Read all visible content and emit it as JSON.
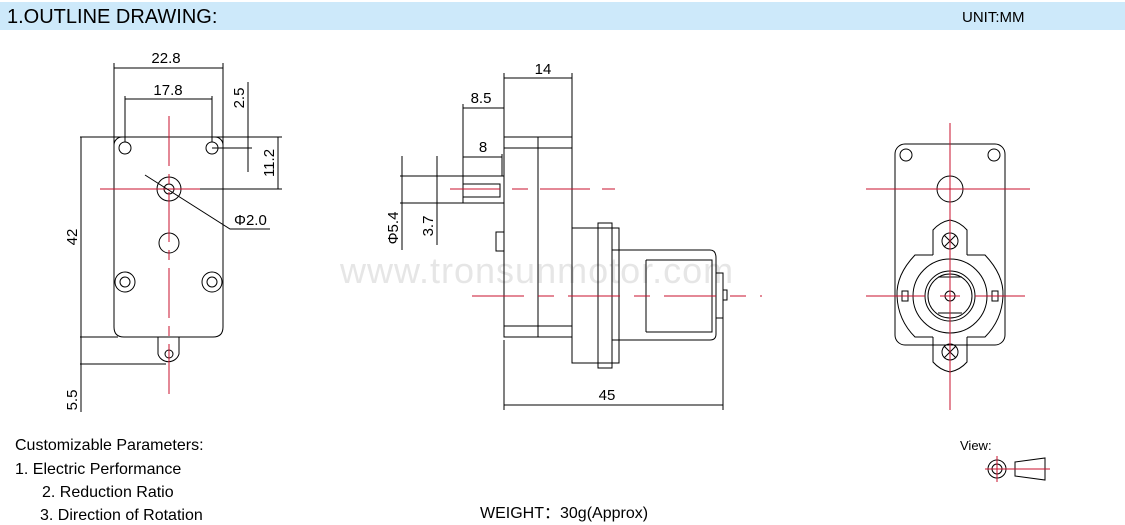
{
  "header": {
    "title": "1.OUTLINE DRAWING:",
    "unit": "UNIT:MM",
    "band_color": "#cde9fa"
  },
  "watermark": "www.tronsunmotor.com",
  "front_view": {
    "dims": {
      "width": "22.8",
      "hole_spacing": "17.8",
      "hole_offset": "2.5",
      "shaft_offset": "11.2",
      "height": "42",
      "tab": "5.5",
      "shaft_dia": "Φ2.0"
    }
  },
  "side_view": {
    "dims": {
      "gearbox_depth": "14",
      "shaft_length": "8.5",
      "flat_length": "8",
      "shaft_dia": "Φ5.4",
      "flat": "3.7",
      "total_length": "45"
    }
  },
  "params": {
    "heading": "Customizable Parameters:",
    "items": [
      "1. Electric Performance",
      "2. Reduction Ratio",
      "3. Direction of Rotation"
    ]
  },
  "weight": "WEIGHT：30g(Approx)",
  "view_label": "View:"
}
